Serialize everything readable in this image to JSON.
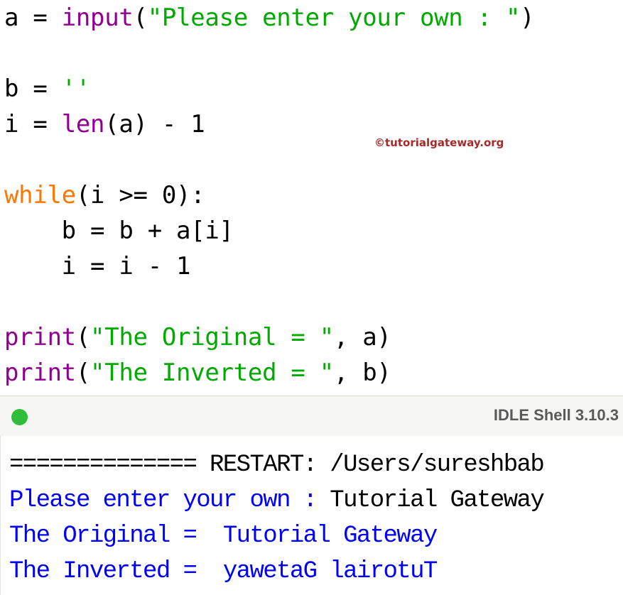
{
  "editor": {
    "watermark": "©tutorialgateway.org",
    "lines": [
      {
        "segments": [
          {
            "text": "a = ",
            "type": "plain"
          },
          {
            "text": "input",
            "type": "builtin"
          },
          {
            "text": "(",
            "type": "plain"
          },
          {
            "text": "\"Please enter your own : \"",
            "type": "string"
          },
          {
            "text": ")",
            "type": "plain"
          }
        ]
      },
      {
        "segments": [
          {
            "text": "b = ",
            "type": "plain"
          },
          {
            "text": "''",
            "type": "string"
          }
        ]
      },
      {
        "segments": [
          {
            "text": "i = ",
            "type": "plain"
          },
          {
            "text": "len",
            "type": "builtin"
          },
          {
            "text": "(a) - 1",
            "type": "plain"
          }
        ]
      },
      {
        "segments": [
          {
            "text": "while",
            "type": "keyword"
          },
          {
            "text": "(i >= 0):",
            "type": "plain"
          }
        ]
      },
      {
        "segments": [
          {
            "text": "    b = b + a[i]",
            "type": "plain"
          }
        ]
      },
      {
        "segments": [
          {
            "text": "    i = i - 1",
            "type": "plain"
          }
        ]
      },
      {
        "segments": [
          {
            "text": "print",
            "type": "builtin"
          },
          {
            "text": "(",
            "type": "plain"
          },
          {
            "text": "\"The Original = \"",
            "type": "string"
          },
          {
            "text": ", a)",
            "type": "plain"
          }
        ]
      },
      {
        "segments": [
          {
            "text": "print",
            "type": "builtin"
          },
          {
            "text": "(",
            "type": "plain"
          },
          {
            "text": "\"The Inverted = \"",
            "type": "string"
          },
          {
            "text": ", b)",
            "type": "plain"
          }
        ]
      }
    ]
  },
  "shell": {
    "title": "IDLE Shell 3.10.3",
    "status_color": "#2fbd3a",
    "lines": [
      {
        "segments": [
          {
            "text": "============== RESTART: /Users/sureshbab",
            "type": "stdin"
          }
        ]
      },
      {
        "segments": [
          {
            "text": "Please enter your own : ",
            "type": "stdout"
          },
          {
            "text": "Tutorial Gateway",
            "type": "stdin"
          }
        ]
      },
      {
        "segments": [
          {
            "text": "The Original =  Tutorial Gateway",
            "type": "stdout"
          }
        ]
      },
      {
        "segments": [
          {
            "text": "The Inverted =  yawetaG lairotuT",
            "type": "stdout"
          }
        ]
      }
    ]
  }
}
